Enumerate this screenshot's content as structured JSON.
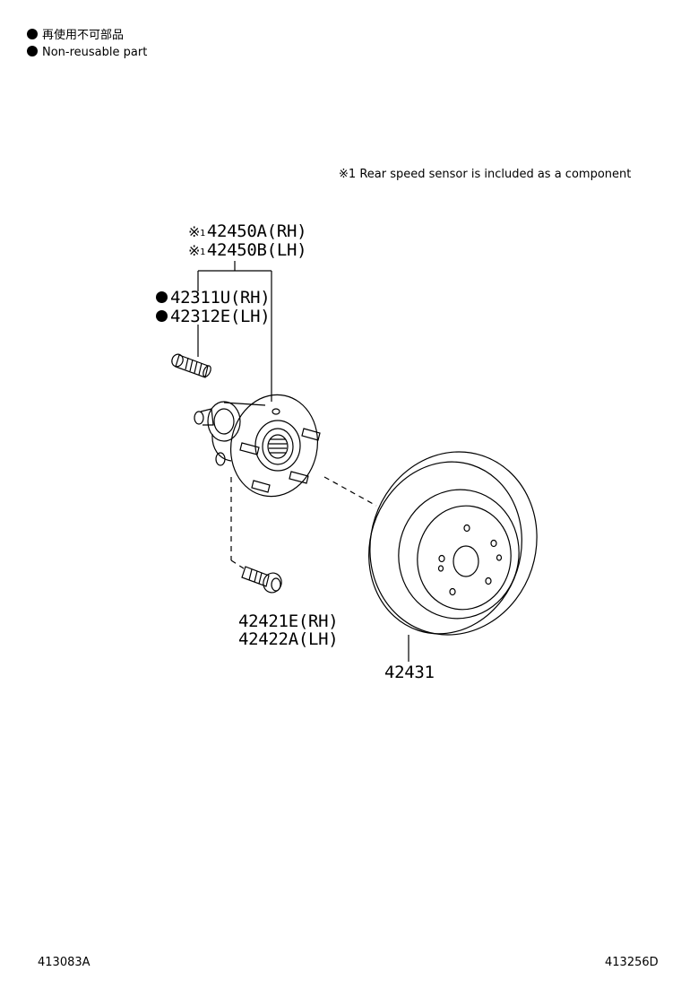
{
  "legend": {
    "items": [
      {
        "icon": "filled-circle-icon",
        "text": "再使用不可部品"
      },
      {
        "icon": "filled-circle-icon",
        "text": "Non-reusable part"
      }
    ]
  },
  "note": {
    "mark": "※",
    "number": "1",
    "text": "Rear speed sensor is included as a component"
  },
  "parts": {
    "hub": {
      "mark": "※",
      "note_ref": "1",
      "rh": "42450A(RH)",
      "lh": "42450B(LH)"
    },
    "hub_bolt": {
      "icon": "filled-circle-icon",
      "rh": "42311U(RH)",
      "lh": "42312E(LH)"
    },
    "mount_bolt": {
      "rh": "42421E(RH)",
      "lh": "42422A(LH)"
    },
    "disc": {
      "number": "42431"
    }
  },
  "footer": {
    "left_code": "413083A",
    "right_code": "413256D"
  }
}
